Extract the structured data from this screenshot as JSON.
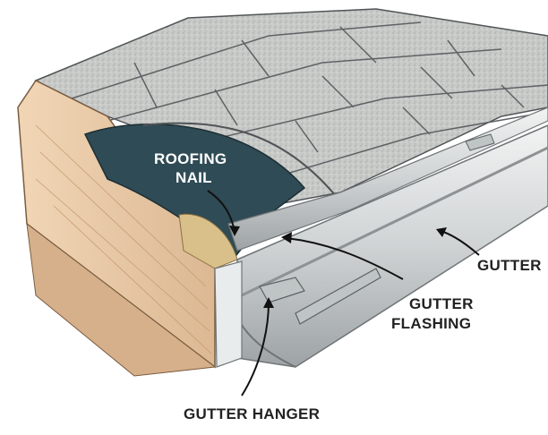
{
  "labels": {
    "roofing_nail_line1": "ROOFING",
    "roofing_nail_line2": "NAIL",
    "gutter": "GUTTER",
    "gutter_flashing_line1": "GUTTER",
    "gutter_flashing_line2": "FLASHING",
    "gutter_hanger": "GUTTER HANGER"
  },
  "colors": {
    "shingle": "#c9cbc9",
    "shingle_line": "#5d6264",
    "underlayment": "#2f4b55",
    "fascia_wood": "#e8c9a6",
    "gutter_metal": "#d9dcdc",
    "gutter_shadow": "#a9adae",
    "label_text": "#222222"
  }
}
